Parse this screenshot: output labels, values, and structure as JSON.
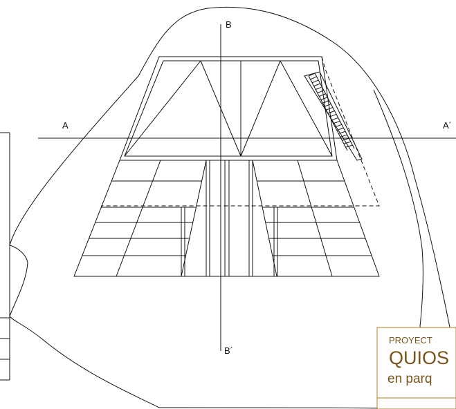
{
  "section_labels": {
    "a_left": "A",
    "a_right": "A´",
    "b_top": "B",
    "b_bottom": "B´"
  },
  "title_block": {
    "line1": "PROYECT",
    "line2": "QUIOS",
    "line3": "en parq"
  },
  "colors": {
    "ink": "#111111",
    "title_block": "#b07a2a"
  }
}
